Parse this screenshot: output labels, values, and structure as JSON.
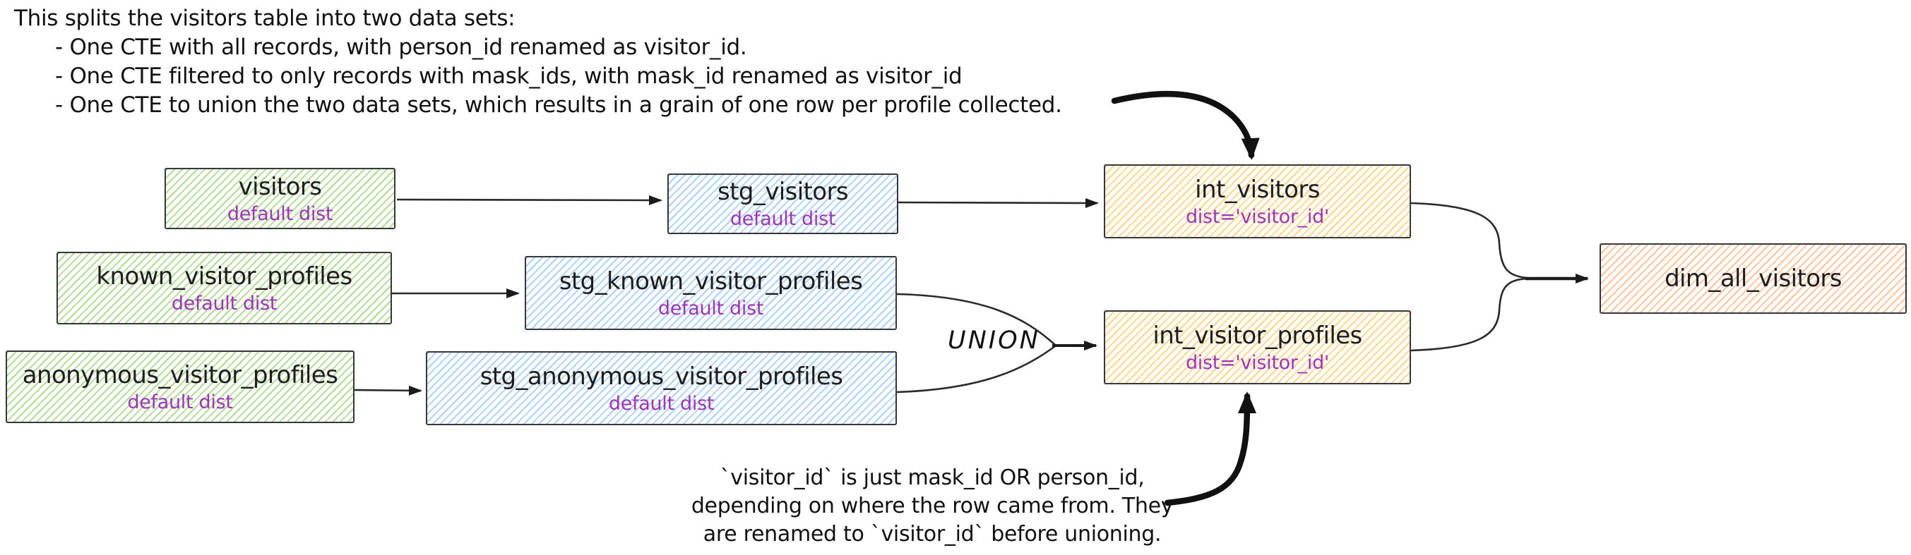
{
  "annotations": {
    "top": {
      "line1": "This splits the visitors table into two data sets:",
      "bullets": [
        "- One CTE with all records, with person_id renamed as visitor_id.",
        "- One CTE filtered to only records with mask_ids, with mask_id renamed as visitor_id",
        "- One CTE to union the two data sets, which results in a grain of one row per profile collected."
      ]
    },
    "bottom": {
      "lines": [
        "`visitor_id` is just mask_id OR person_id,",
        "depending on where the row came from. They",
        "are renamed to `visitor_id` before unioning."
      ]
    },
    "union_label": "UNION"
  },
  "nodes": [
    {
      "id": "visitors",
      "title": "visitors",
      "subtitle": "default dist",
      "color_role": "source"
    },
    {
      "id": "known_visitor_profiles",
      "title": "known_visitor_profiles",
      "subtitle": "default dist",
      "color_role": "source"
    },
    {
      "id": "anonymous_visitor_profiles",
      "title": "anonymous_visitor_profiles",
      "subtitle": "default dist",
      "color_role": "source"
    },
    {
      "id": "stg_visitors",
      "title": "stg_visitors",
      "subtitle": "default dist",
      "color_role": "staging"
    },
    {
      "id": "stg_known_visitor_profiles",
      "title": "stg_known_visitor_profiles",
      "subtitle": "default dist",
      "color_role": "staging"
    },
    {
      "id": "stg_anonymous_visitor_profiles",
      "title": "stg_anonymous_visitor_profiles",
      "subtitle": "default dist",
      "color_role": "staging"
    },
    {
      "id": "int_visitors",
      "title": "int_visitors",
      "subtitle": "dist='visitor_id'",
      "color_role": "intermediate"
    },
    {
      "id": "int_visitor_profiles",
      "title": "int_visitor_profiles",
      "subtitle": "dist='visitor_id'",
      "color_role": "intermediate"
    },
    {
      "id": "dim_all_visitors",
      "title": "dim_all_visitors",
      "subtitle": "",
      "color_role": "mart"
    }
  ],
  "edges": [
    {
      "from": "visitors",
      "to": "stg_visitors"
    },
    {
      "from": "known_visitor_profiles",
      "to": "stg_known_visitor_profiles"
    },
    {
      "from": "anonymous_visitor_profiles",
      "to": "stg_anonymous_visitor_profiles"
    },
    {
      "from": "stg_visitors",
      "to": "int_visitors"
    },
    {
      "from": "stg_known_visitor_profiles",
      "to": "int_visitor_profiles",
      "label": "UNION"
    },
    {
      "from": "stg_anonymous_visitor_profiles",
      "to": "int_visitor_profiles",
      "label": "UNION"
    },
    {
      "from": "int_visitors",
      "to": "dim_all_visitors"
    },
    {
      "from": "int_visitor_profiles",
      "to": "dim_all_visitors"
    }
  ],
  "colors": {
    "source_fill_green": "#b6e29a",
    "staging_fill_blue": "#a5d8ff",
    "intermediate_fill_gold": "#f6c24e",
    "mart_fill_orange": "#f79e5c",
    "subtitle_text_purple": "#9c36b5",
    "stroke_dark": "#1e1e1e",
    "background": "#ffffff"
  }
}
